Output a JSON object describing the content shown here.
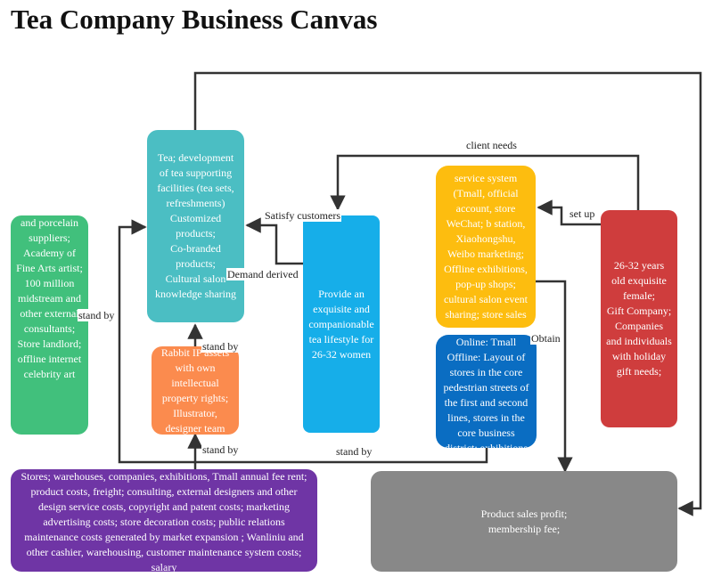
{
  "title": "Tea Company Business Canvas",
  "colors": {
    "green": "#41c07c",
    "teal": "#4bbec3",
    "orange": "#fb8b4e",
    "blue": "#16aee9",
    "yellow": "#fdbd0f",
    "darkblue": "#0a6dc2",
    "red": "#cf3d3d",
    "purple": "#6f35a5",
    "gray": "#888888",
    "line": "#333333"
  },
  "blocks": {
    "partners": "and porcelain suppliers;\nAcademy of Fine Arts artist;\n100 million midstream and other external consultants;\nStore landlord;\noffline internet celebrity art",
    "activities": "Tea; development of tea supporting facilities (tea sets, refreshments)\nCustomized products;\nCo-branded products;\nCultural salon knowledge sharing",
    "resources": "Rabbit IP assets with own intellectual property rights;\nIllustrator, designer team",
    "value": "Provide an exquisite and companionable tea lifestyle for 26-32 women",
    "relationships": "service system (Tmall, official account, store WeChat; b station, Xiaohongshu, Weibo marketing; Offline exhibitions, pop-up shops; cultural salon event sharing; store sales",
    "channels": "Online: Tmall\nOffline: Layout of stores in the core pedestrian streets of the first and second lines, stores in the core business district; exhibitions",
    "segments": "26-32 years old exquisite female;\nGift Company;\nCompanies and individuals with holiday gift needs;",
    "costs": "Stores; warehouses, companies, exhibitions, Tmall annual fee rent; product costs, freight; consulting, external designers and other design service costs, copyright and patent costs; marketing advertising costs; store decoration costs; public relations maintenance costs generated by market expansion ; Wanliniu and other cashier, warehousing, customer maintenance system costs; salary",
    "revenue": "Product sales profit;\nmembership fee;"
  },
  "labels": {
    "client_needs": "client needs",
    "satisfy": "Satisfy customers",
    "set_up": "set up",
    "demand": "Demand derived",
    "stand_by_left": "stand by",
    "stand_by_res": "stand by",
    "obtain": "Obtain",
    "stand_by_cost": "stand by",
    "stand_by_bottom": "stand by"
  }
}
